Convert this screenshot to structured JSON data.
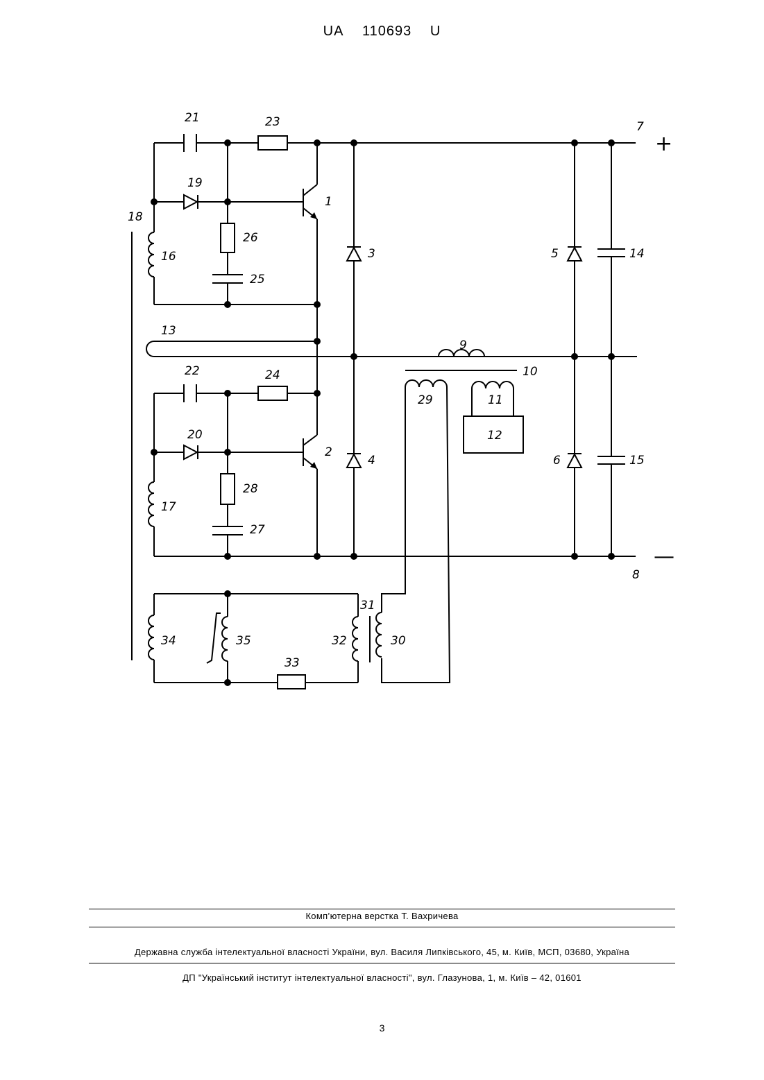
{
  "header": {
    "country": "UA",
    "number": "110693",
    "kind": "U"
  },
  "diagram": {
    "labels": [
      "1",
      "2",
      "3",
      "4",
      "5",
      "6",
      "7",
      "8",
      "9",
      "10",
      "11",
      "12",
      "13",
      "14",
      "15",
      "16",
      "17",
      "18",
      "19",
      "20",
      "21",
      "22",
      "23",
      "24",
      "25",
      "26",
      "27",
      "28",
      "29",
      "30",
      "31",
      "32",
      "33",
      "34",
      "35"
    ],
    "plus_sign": "+",
    "minus_sign": "—"
  },
  "footer": {
    "layout": "Комп’ютерна верстка Т. Вахричева",
    "service": "Державна служба інтелектуальної власності України, вул. Василя Липківського, 45, м. Київ, МСП, 03680, Україна",
    "institute": "ДП \"Український інститут інтелектуальної власності\", вул. Глазунова, 1, м. Київ – 42, 01601",
    "page": "3"
  }
}
